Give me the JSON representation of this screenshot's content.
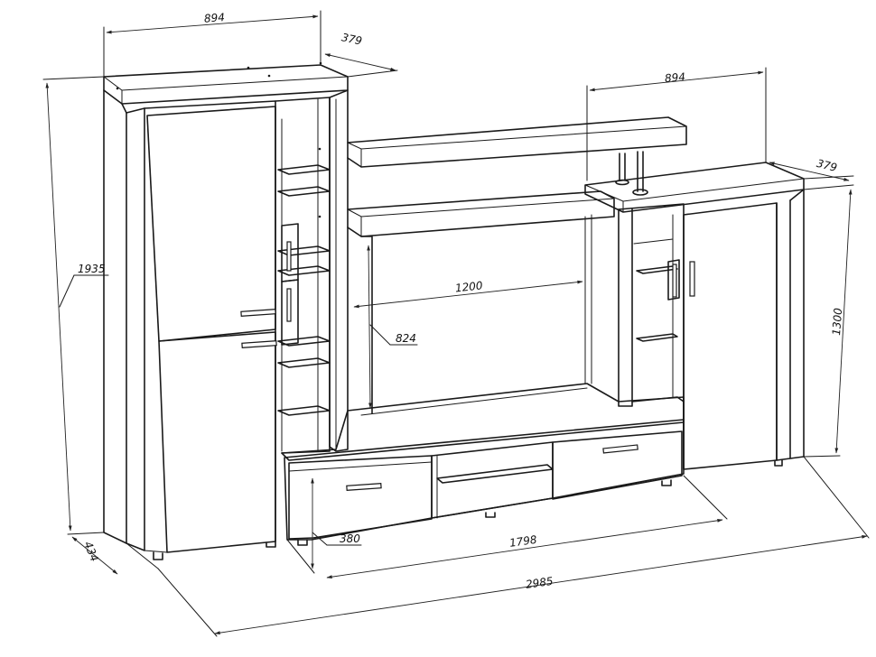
{
  "dimensions": {
    "left_width": "894",
    "left_depth": "379",
    "right_width": "894",
    "right_depth": "379",
    "total_height": "1935",
    "right_height": "1300",
    "niche_width": "1200",
    "niche_height": "824",
    "plinth": "434",
    "tv_unit_depth": "380",
    "tv_unit_width": "1798",
    "total_width": "2985"
  }
}
